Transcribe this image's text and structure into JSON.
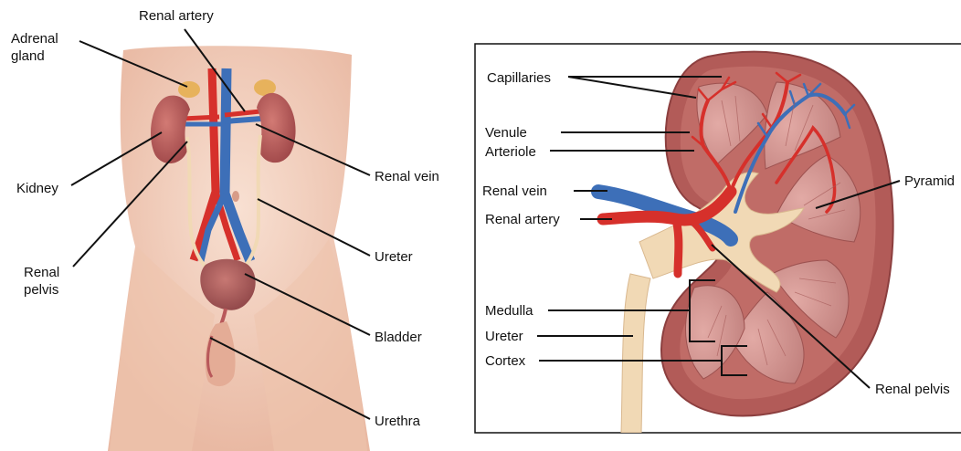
{
  "left_panel": {
    "labels": {
      "renal_artery": "Renal artery",
      "adrenal_gland_1": "Adrenal",
      "adrenal_gland_2": "gland",
      "kidney": "Kidney",
      "renal_vein": "Renal vein",
      "renal_pelvis_1": "Renal",
      "renal_pelvis_2": "pelvis",
      "ureter": "Ureter",
      "bladder": "Bladder",
      "urethra": "Urethra"
    }
  },
  "right_panel": {
    "labels": {
      "capillaries": "Capillaries",
      "venule": "Venule",
      "arteriole": "Arteriole",
      "renal_vein": "Renal vein",
      "renal_artery": "Renal artery",
      "pyramid": "Pyramid",
      "medulla": "Medulla",
      "ureter": "Ureter",
      "cortex": "Cortex",
      "renal_pelvis": "Renal pelvis"
    }
  },
  "colors": {
    "skin": "#f4d2c0",
    "kidney": "#b8585a",
    "artery": "#d6302b",
    "vein": "#3d6fb8",
    "ureter": "#f1d9b5"
  }
}
